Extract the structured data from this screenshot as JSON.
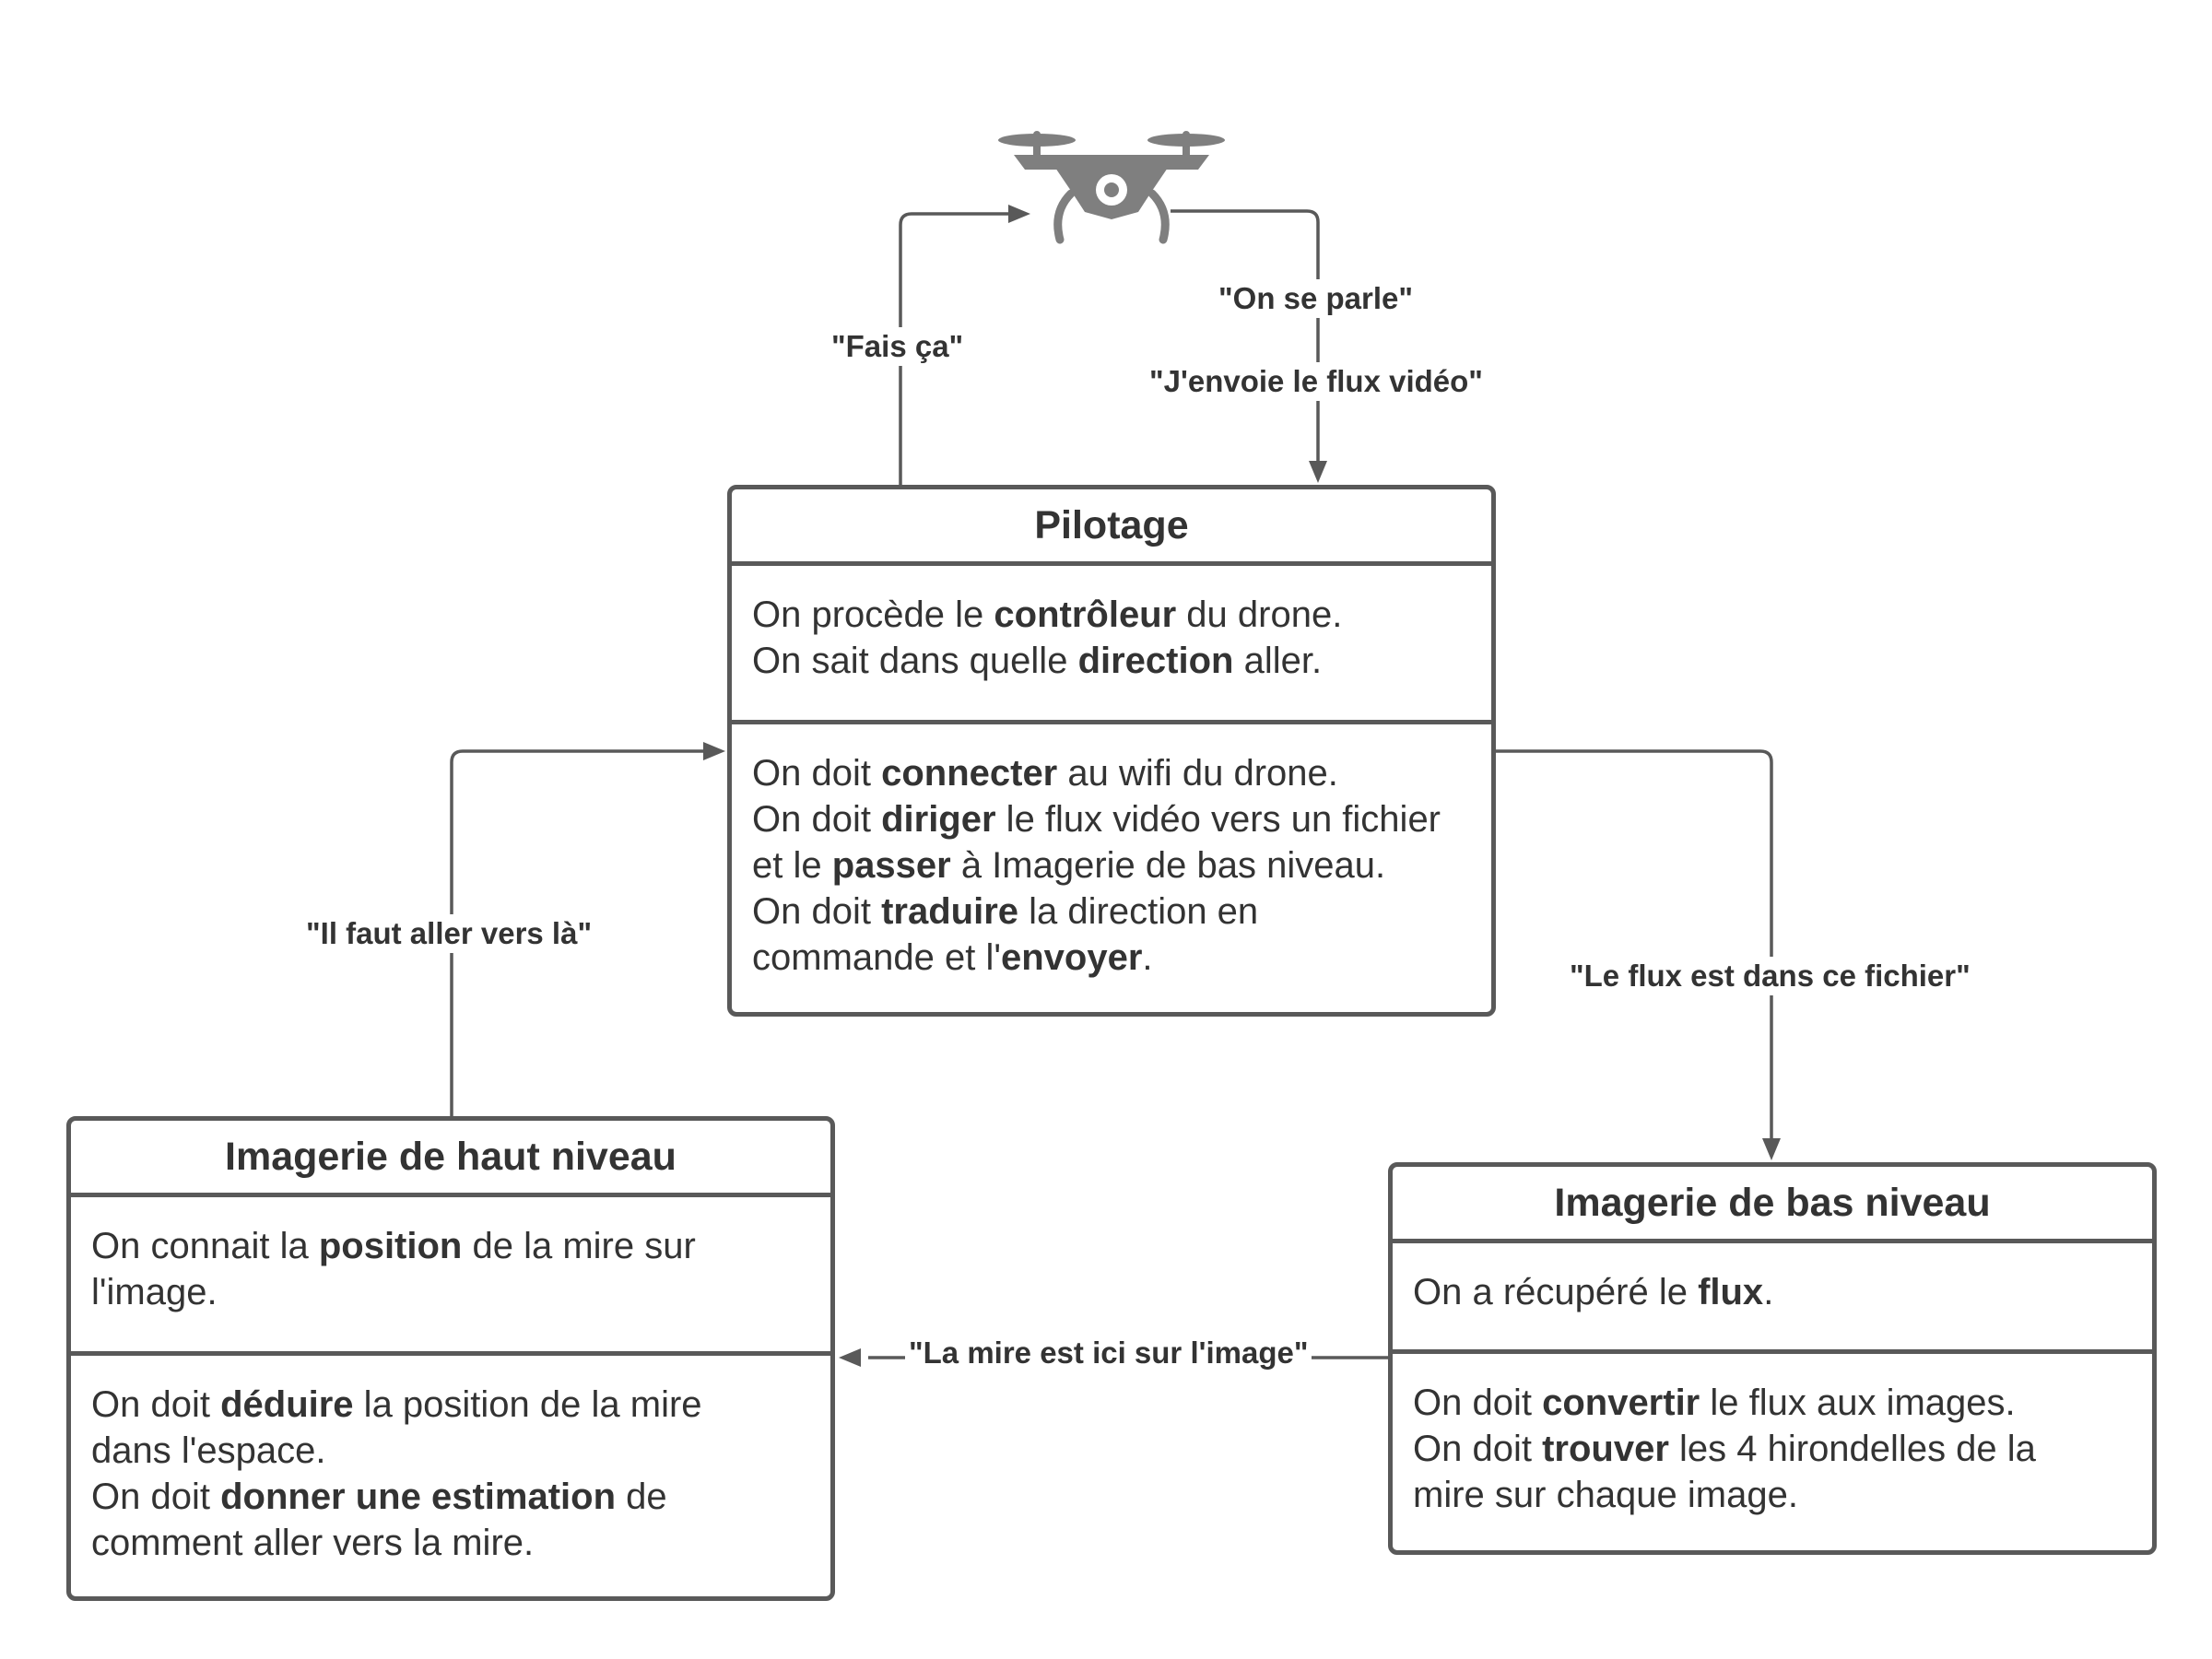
{
  "colors": {
    "line": "#595959",
    "text": "#333333",
    "drone": "#7f7f7f"
  },
  "icons": {
    "drone": "drone-icon"
  },
  "boxes": {
    "pilotage": {
      "title": "Pilotage",
      "top": [
        [
          {
            "t": "On procède le "
          },
          {
            "t": "contrôleur",
            "b": true
          },
          {
            "t": " du drone."
          }
        ],
        [
          {
            "t": "On sait dans quelle "
          },
          {
            "t": "direction",
            "b": true
          },
          {
            "t": " aller."
          }
        ]
      ],
      "bottom": [
        [
          {
            "t": "On doit "
          },
          {
            "t": "connecter",
            "b": true
          },
          {
            "t": " au wifi du drone."
          }
        ],
        [
          {
            "t": "On doit "
          },
          {
            "t": "diriger",
            "b": true
          },
          {
            "t": " le flux vidéo vers un fichier"
          }
        ],
        [
          {
            "t": "et le "
          },
          {
            "t": "passer",
            "b": true
          },
          {
            "t": " à Imagerie de bas niveau."
          }
        ],
        [
          {
            "t": "On doit "
          },
          {
            "t": "traduire",
            "b": true
          },
          {
            "t": " la direction en"
          }
        ],
        [
          {
            "t": "commande et l'"
          },
          {
            "t": "envoyer",
            "b": true
          },
          {
            "t": "."
          }
        ]
      ]
    },
    "haut": {
      "title": "Imagerie de haut niveau",
      "top": [
        [
          {
            "t": "On connait la "
          },
          {
            "t": "position",
            "b": true
          },
          {
            "t": " de la mire sur"
          }
        ],
        [
          {
            "t": "l'image."
          }
        ]
      ],
      "bottom": [
        [
          {
            "t": "On doit "
          },
          {
            "t": "déduire",
            "b": true
          },
          {
            "t": " la position de la mire"
          }
        ],
        [
          {
            "t": "dans l'espace."
          }
        ],
        [
          {
            "t": "On doit "
          },
          {
            "t": "donner une estimation",
            "b": true
          },
          {
            "t": " de"
          }
        ],
        [
          {
            "t": "comment aller vers la mire."
          }
        ]
      ]
    },
    "bas": {
      "title": "Imagerie de bas niveau",
      "top": [
        [
          {
            "t": "On a récupéré le "
          },
          {
            "t": "flux",
            "b": true
          },
          {
            "t": "."
          }
        ]
      ],
      "bottom": [
        [
          {
            "t": "On doit "
          },
          {
            "t": "convertir",
            "b": true
          },
          {
            "t": " le flux aux images."
          }
        ],
        [
          {
            "t": "On doit "
          },
          {
            "t": "trouver",
            "b": true
          },
          {
            "t": " les 4 hirondelles de la"
          }
        ],
        [
          {
            "t": "mire sur chaque image."
          }
        ]
      ]
    }
  },
  "labels": {
    "fais_ca": "\"Fais ça\"",
    "on_se_parle": "\"On se parle\"",
    "jenvoie": "\"J'envoie le flux vidéo\"",
    "il_faut": "\"Il faut aller vers là\"",
    "le_flux": "\"Le flux est dans ce fichier\"",
    "la_mire": "\"La mire est ici sur l'image\""
  }
}
